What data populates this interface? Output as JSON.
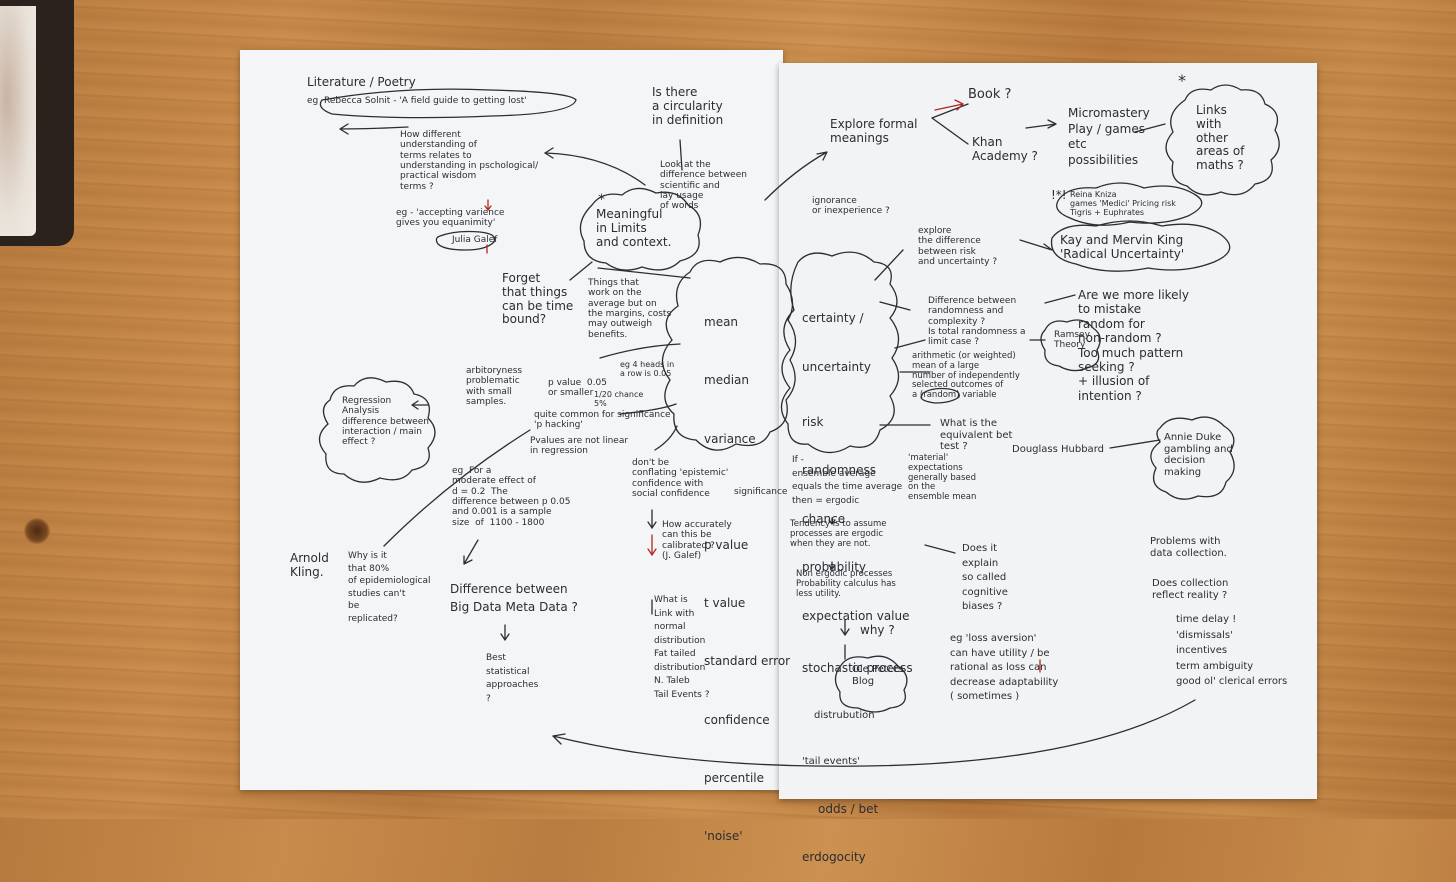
{
  "mindmap": {
    "literature_header": "Literature / Poetry",
    "literature_eg": "eg  Rebecca Solnit - 'A field guide to getting lost'",
    "understanding_terms": "How different\nunderstanding of\nterms relates to\nunderstanding in pschological/\npractical wisdom\nterms ?",
    "accepting_variance": "eg - 'accepting varience\ngives you equanimity'",
    "julia_galef": "Julia Galef",
    "circularity": "Is there\na circularity\nin definition",
    "meaningful": "Meaningful\nin Limits\nand context.",
    "look_difference": "Look at the\ndifference between\nscientific and\nlay usage\nof words",
    "forget": "Forget\nthat things\ncan be time\nbound?",
    "things_work": "Things that\nwork on the\naverage but on\nthe margins, costs\nmay outweigh\nbenefits.",
    "stats_cloud": [
      "mean",
      "median",
      "variance",
      "significance",
      "p value",
      "t value",
      "standard error",
      "confidence",
      "percentile",
      "'noise'"
    ],
    "arbitoryness": "arbitoryness\nproblematic\nwith small\nsamples.",
    "p_value": "p value  0.05\nor smaller",
    "four_heads": "eg 4 heads in\na row is 0.05",
    "one_in_20": "1/20 chance\n5%",
    "quite_common": "quite common for significance\n'p hacking'",
    "pvalues_linear": "Pvalues are not linear\nin regression",
    "regression_cloud": "Regression\nAnalysis\ndifference between\ninteraction / main\neffect ?",
    "moderate_effect": "eg  For a\nmoderate effect of\nd = 0.2  The\ndifference between p 0.05\nand 0.001 is a sample\nsize  of  1100 - 1800",
    "dont_conflate": "don't be\nconflating 'epistemic'\nconfidence with\nsocial confidence",
    "how_accurately": "How accurately\ncan this be\ncalibrated ?\n(J. Galef)",
    "what_is_link": "What is\nLink with\nnormal\ndistribution\nFat tailed\ndistribution\nN. Taleb\nTail Events ?",
    "arnold_kling": "Arnold\nKling.",
    "why_80": "Why is it\nthat 80%\nof epidemiological\nstudies can't\nbe\nreplicated?",
    "difference_bigdata": "Difference between\nBig Data Meta Data ?",
    "best_stats": "Best\nstatistical\napproaches\n?",
    "explore_formal": "Explore formal\nmeanings",
    "book": "Book ?",
    "khan": "Khan\nAcademy ?",
    "micromastery": "Micromastery\nPlay / games\netc\npossibilities",
    "links_cloud": "Links\nwith\nother\nareas of\nmaths ?",
    "reina": "Reina Kniza\ngames 'Medici' Pricing risk\nTigris + Euphrates",
    "kay_king": "Kay and Mervin King\n'Radical Uncertainty'",
    "ignorance": "ignorance\nor inexperience ?",
    "explore_diff": "explore\nthe difference\nbetween risk\nand uncertainty ?",
    "certainty_cloud": [
      "certainty /",
      "uncertainty",
      "risk",
      "randomness",
      "chance",
      "probability",
      "expectation value",
      "stochastic process",
      "distrubution",
      "'tail events'",
      "odds / bet",
      "erdogocity"
    ],
    "diff_randomness": "Difference between\nrandomness and\ncomplexity ?\nIs total randomness a\nlimit case ?",
    "ramsey": "Ramsey\nTheory",
    "more_likely": "Are we more likely\nto mistake\nrandom for\nnon-random ?\nToo much pattern\nseeking ?\n+ illusion of\nintention ?",
    "arithmetic": "arithmetic (or weighted)\nmean of a large\nnumber of independently\nselected outcomes of\na (random) variable",
    "what_is_bet": "What is the\nequivalent bet\ntest ?",
    "douglass": "Douglass Hubbard",
    "annie_duke": "Annie Duke\ngambling and\ndecision\nmaking",
    "if_ensemble": "If -\nensemble average\nequals the time average\nthen = ergodic",
    "material_exp": "'material'\nexpectations\ngenerally based\non the\nensemble mean",
    "tendency": "Tendency is to assume\nprocesses are ergodic\nwhen they are not.",
    "non_ergodic": "Non ergodic processes\nProbability calculus has\nless utility.",
    "why": "why ?",
    "ole_peters": "Ole Peters\nBlog",
    "does_it": "Does it\nexplain\nso called\ncognitive\nbiases ?",
    "loss_aversion": "eg 'loss aversion'\ncan have utility / be\nrational as loss can\ndecrease adaptability\n( sometimes )",
    "problems": "Problems with\ndata collection.",
    "does_collection": "Does collection\nreflect reality ?",
    "problems_list": "time delay !\n'dismissals'\nincentives\nterm ambiguity\ngood ol' clerical errors"
  },
  "colors": {
    "ink": "#2c2c34",
    "red_ink": "#b3261e",
    "paper": "#f4f5f6",
    "table": "#c08547"
  }
}
